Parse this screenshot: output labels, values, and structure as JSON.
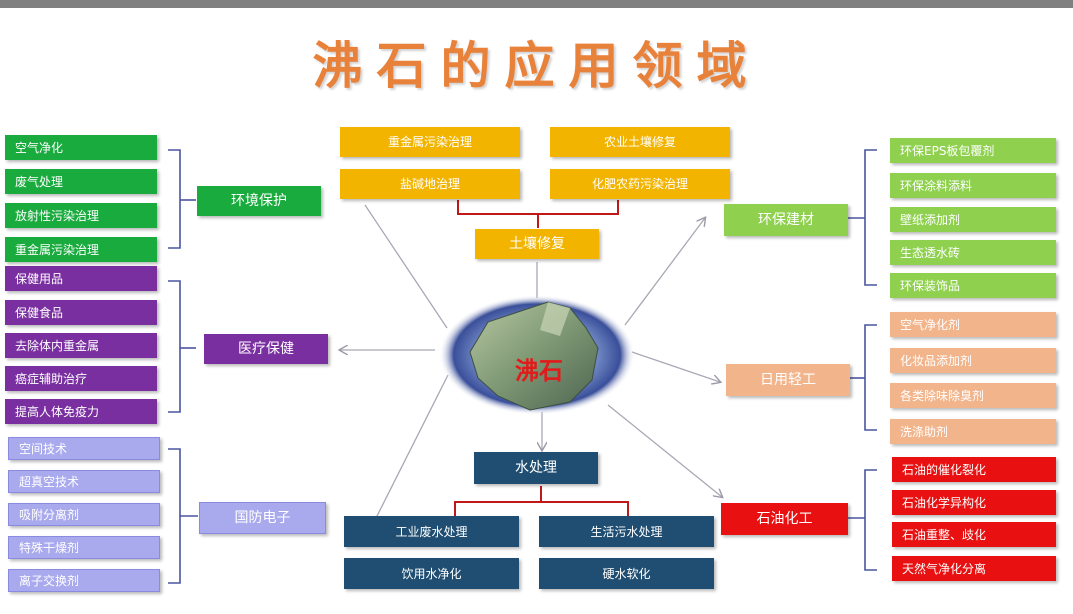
{
  "title": "沸石的应用领域",
  "center_label": "沸石",
  "groups": {
    "env": {
      "hub": "环境保护",
      "items": [
        "空气净化",
        "废气处理",
        "放射性污染治理",
        "重金属污染治理"
      ],
      "color": "#1aab3e"
    },
    "med": {
      "hub": "医疗保健",
      "items": [
        "保健用品",
        "保健食品",
        "去除体内重金属",
        "癌症辅助治疗",
        "提高人体免疫力"
      ],
      "color": "#7a2fa0"
    },
    "def": {
      "hub": "国防电子",
      "items": [
        "空间技术",
        "超真空技术",
        "吸附分离剂",
        "特殊干燥剂",
        "离子交换剂"
      ],
      "color": "#a9a9ee"
    },
    "soil": {
      "hub": "土壤修复",
      "items": [
        "重金属污染治理",
        "农业土壤修复",
        "盐碱地治理",
        "化肥农药污染治理"
      ],
      "color": "#f3b400"
    },
    "build": {
      "hub": "环保建材",
      "items": [
        "环保EPS板包覆剂",
        "环保涂料添料",
        "壁纸添加剂",
        "生态透水砖",
        "环保装饰品"
      ],
      "color": "#8fd14f"
    },
    "daily": {
      "hub": "日用轻工",
      "items": [
        "空气净化剂",
        "化妆品添加剂",
        "各类除味除臭剂",
        "洗涤助剂"
      ],
      "color": "#f2b48b"
    },
    "water": {
      "hub": "水处理",
      "items": [
        "工业废水处理",
        "生活污水处理",
        "饮用水净化",
        "硬水软化"
      ],
      "color": "#1f4e72"
    },
    "petro": {
      "hub": "石油化工",
      "items": [
        "石油的催化裂化",
        "石油化学异构化",
        "石油重整、歧化",
        "天然气净化分离"
      ],
      "color": "#e81010"
    }
  }
}
